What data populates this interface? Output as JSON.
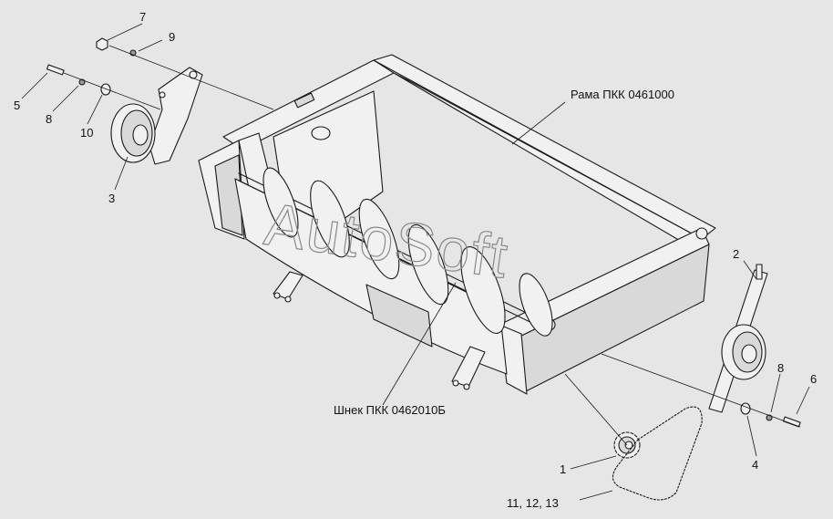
{
  "watermark": "AutoSoft",
  "callouts": {
    "frame": "Рама ПКК 0461000",
    "auger": "Шнек ПКК 0462010Б",
    "c1": "1",
    "c2": "2",
    "c3": "3",
    "c4": "4",
    "c5": "5",
    "c6": "6",
    "c7": "7",
    "c8a": "8",
    "c8b": "8",
    "c9": "9",
    "c10": "10",
    "c11": "11, 12, 13"
  },
  "icons": {
    "idler_pulley": "pulley-icon",
    "drive_sprocket": "sprocket-icon",
    "drive_chain": "chain-icon",
    "bolt": "bolt-icon",
    "nut": "nut-icon",
    "washer": "washer-icon"
  },
  "colors": {
    "background": "#e6e6e6",
    "line": "#1a1a1a",
    "watermark": "#8a8a8a"
  }
}
